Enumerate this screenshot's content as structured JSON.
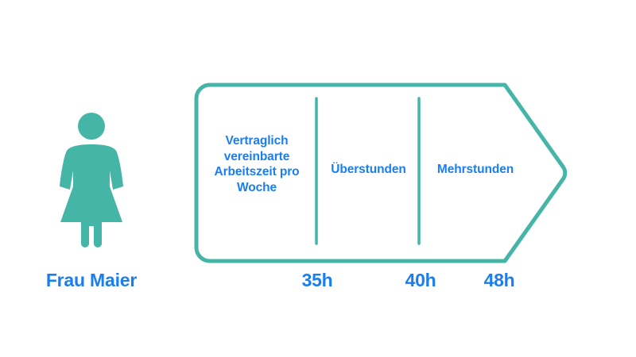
{
  "colors": {
    "teal": "#45b5a8",
    "blue": "#1a7ef0",
    "background": "#ffffff"
  },
  "person": {
    "icon": "female-figure-icon",
    "name": "Frau Maier"
  },
  "band": {
    "segments": [
      {
        "id": "contract",
        "label": "Vertraglich vereinbarte Arbeitszeit pro Woche"
      },
      {
        "id": "ueberstunden",
        "label": "Überstunden"
      },
      {
        "id": "mehrstunden",
        "label": "Mehrstunden"
      }
    ],
    "dividers": [
      {
        "id": "divider-35h"
      },
      {
        "id": "divider-40h"
      }
    ]
  },
  "scale": {
    "ticks": [
      {
        "id": "tick-35h",
        "label": "35h",
        "value": 35
      },
      {
        "id": "tick-40h",
        "label": "40h",
        "value": 40
      },
      {
        "id": "tick-48h",
        "label": "48h",
        "value": 48
      }
    ],
    "unit": "h"
  }
}
